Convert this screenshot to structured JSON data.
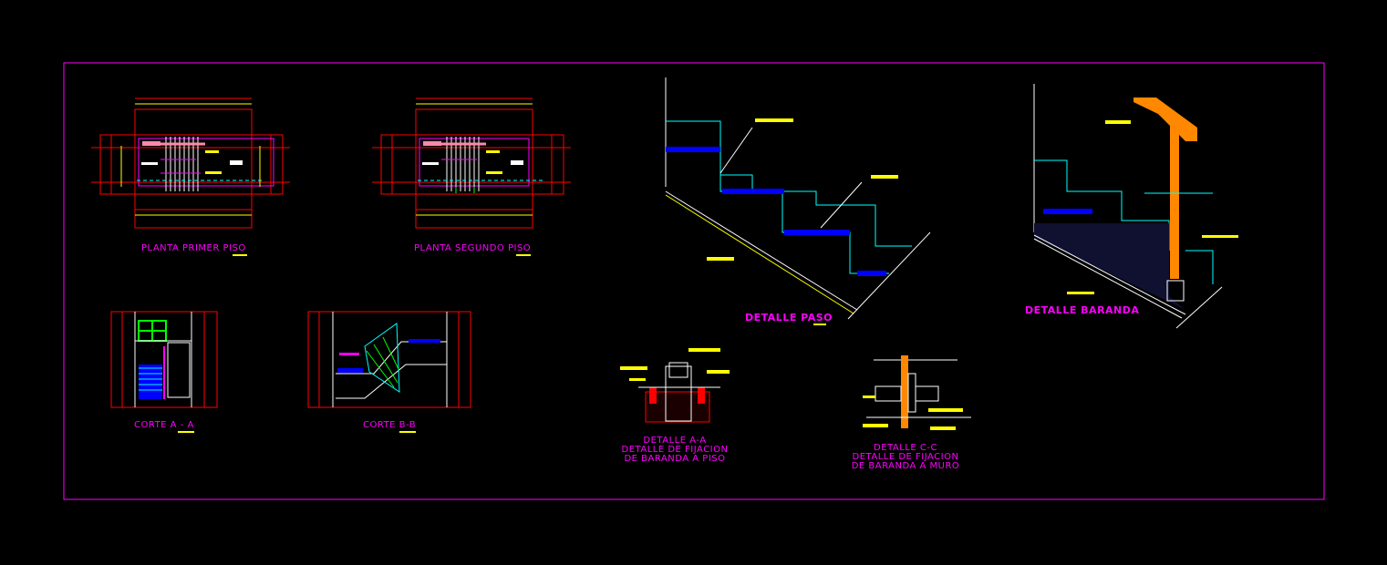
{
  "drawing": {
    "views": {
      "planta_primer_piso": "PLANTA PRIMER PISO",
      "planta_segundo_piso": "PLANTA SEGUNDO PISO",
      "corte_aa": "CORTE A - A",
      "corte_bb": "CORTE B-B",
      "detalle_paso": "DETALLE PASO",
      "detalle_baranda": "DETALLE BARANDA",
      "detalle_aa": {
        "line1": "DETALLE  A-A",
        "line2": "DETALLE DE FIJACION",
        "line3": "DE BARANDA A PISO"
      },
      "detalle_cc": {
        "line1": "DETALLE  C-C",
        "line2": "DETALLE DE FIJACION",
        "line3": "DE BARANDA A MURO"
      }
    },
    "colors": {
      "background": "#000000",
      "border": "#ff00ff",
      "label": "#ff00ff",
      "dimension": "#ff0000",
      "annotation": "#ffff00",
      "line": "#00ffff",
      "step_tread": "#0000ff",
      "handrail": "#ff8800",
      "structure": "#ffffff"
    }
  }
}
